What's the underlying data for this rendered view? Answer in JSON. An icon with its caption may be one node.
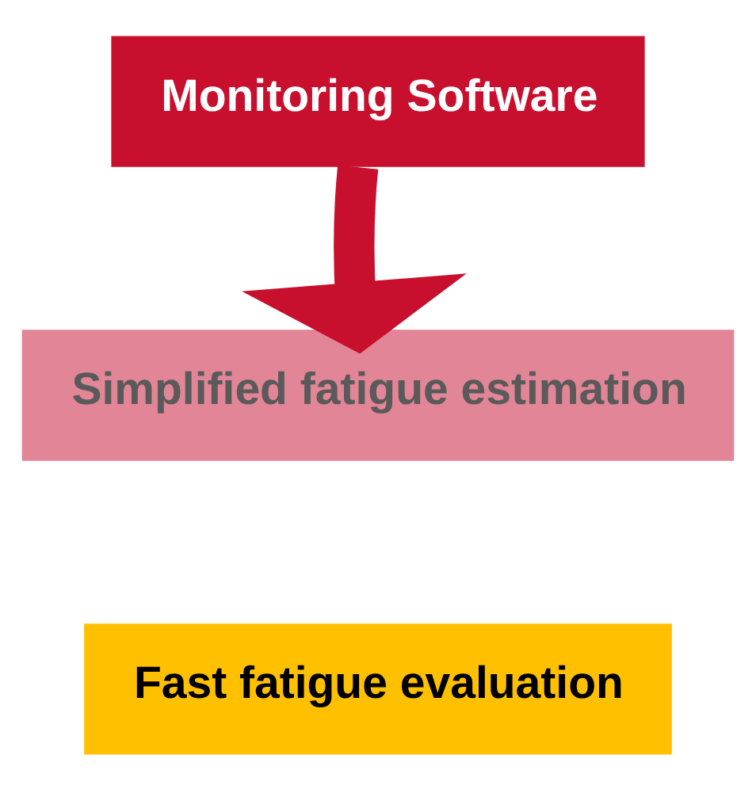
{
  "diagram": {
    "nodes": [
      {
        "text": [
          "Monitoring Software"
        ]
      },
      {
        "text": [
          "Simplified fatigue estimation"
        ]
      },
      {
        "text": [
          "Fast fatigue evaluation"
        ]
      }
    ],
    "edges": [
      {
        "from": 0,
        "to": 1,
        "arrow": "to"
      }
    ]
  }
}
